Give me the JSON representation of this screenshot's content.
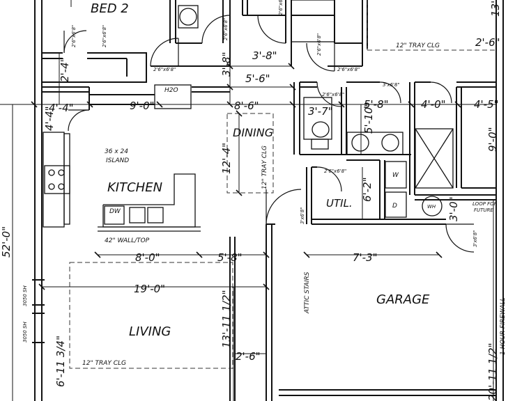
{
  "rooms": {
    "bed2": "BED 2",
    "kitchen": "KITCHEN",
    "dining": "DINING",
    "living": "LIVING",
    "garage": "GARAGE",
    "util": "UTIL."
  },
  "notes": {
    "island": [
      "36 x 24",
      "ISLAND"
    ],
    "wall_top": "42\" WALL/TOP",
    "h2o": "H2O",
    "dw": "DW",
    "tray_clg_top": "12\" TRAY CLG",
    "tray_clg_dining": "12\" TRAY CLG",
    "tray_clg_living": "12\" TRAY CLG",
    "attic_stairs": "ATTIC STAIRS",
    "firewall": "1 HOUR FIREWALL",
    "loop": [
      "LOOP FOR",
      "FUTURE"
    ],
    "wh": "WH",
    "washer": "W",
    "dryer": "D",
    "window_1": "3050 SH",
    "window_2": "3050 SH"
  },
  "doors": {
    "d1": "2'6\"x6'8\"",
    "d2": "2'6\"x6'8\"",
    "d3": "2'6\"x6'8\"",
    "d4": "2'6\"x6'8\"",
    "d5": "2'6\"x6'8\"",
    "d6": "3'x6'8\"",
    "d7": "3'x6'8\"",
    "d8": "2'6\"x6'8\"",
    "d9": "2'6\"x6'8\"",
    "d10": "2'6\"x6'8\"",
    "d11": "3'x6'8\"",
    "d12": "2'6\"x6'8\""
  },
  "dimensions": {
    "d_2_4": "2'-4\"",
    "d_3_8_v": "3'-8\"",
    "d_3_8_h": "3'-8\"",
    "d_5_6": "5'-6\"",
    "d_4_4_h": "4'-4\"",
    "d_4_4_v": "4'-4\"",
    "d_9_0": "9'-0\"",
    "d_8_6": "8'-6\"",
    "d_3_7": "3'-7\"",
    "d_5_8": "5'-8\"",
    "d_5_10": "5'-10\"",
    "d_4_0": "4'-0\"",
    "d_4_5": "4'-5\"",
    "d_9_0_v": "9'-0\"",
    "d_12_4": "12'-4\"",
    "d_6_2": "6'-2\"",
    "d_3_0": "3'-0\"",
    "d_8_0": "8'-0\"",
    "d_5_8_b": "5'-8\"",
    "d_7_3": "7'-3\"",
    "d_19_0": "19'-0\"",
    "d_13_11": "13'-11 1/2\"",
    "d_6_11": "6'-11 3/4\"",
    "d_2_6_a": "2'-6\"",
    "d_2_6_b": "2'-6\"",
    "d_13_top": "13'",
    "d_52_0": "52'-0\"",
    "d_20_11": "20'-11 1/2\""
  }
}
